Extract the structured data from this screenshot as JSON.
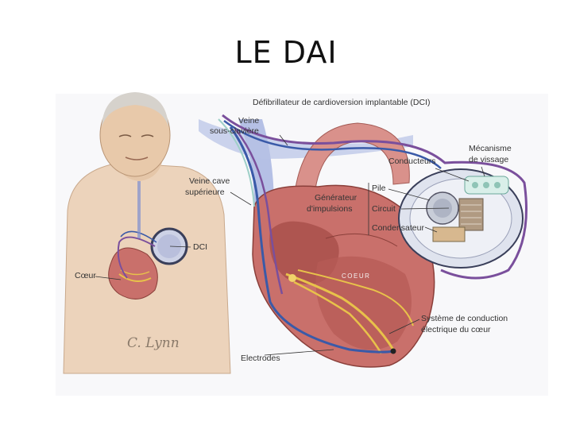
{
  "title": "LE DAI",
  "labels": {
    "defibrillator": "Défibrillateur de cardioversion implantable (DCI)",
    "subclavian_vein_line1": "Veine",
    "subclavian_vein_line2": "sous-clavière",
    "conductors": "Conducteurs",
    "screw_mechanism_line1": "Mécanisme",
    "screw_mechanism_line2": "de vissage",
    "svc_line1": "Veine cave",
    "svc_line2": "supérieure",
    "pulse_generator_line1": "Générateur",
    "pulse_generator_line2": "d'impulsions",
    "battery": "Pile",
    "circuit": "Circuit",
    "capacitor": "Condensateur",
    "dci": "DCI",
    "heart": "Cœur",
    "heart_inner": "COEUR",
    "conduction_line1": "Système de conduction",
    "conduction_line2": "électrique du cœur",
    "electrodes": "Electrodes",
    "signature": "C. Lynn"
  },
  "colors": {
    "skin": "#ecd3bb",
    "heart_red": "#c9706b",
    "vein_blue": "#7f8fcf",
    "lead_purple": "#7a4f9c",
    "lead_blue": "#3a5aa8",
    "conduction_yellow": "#e8c24a"
  }
}
